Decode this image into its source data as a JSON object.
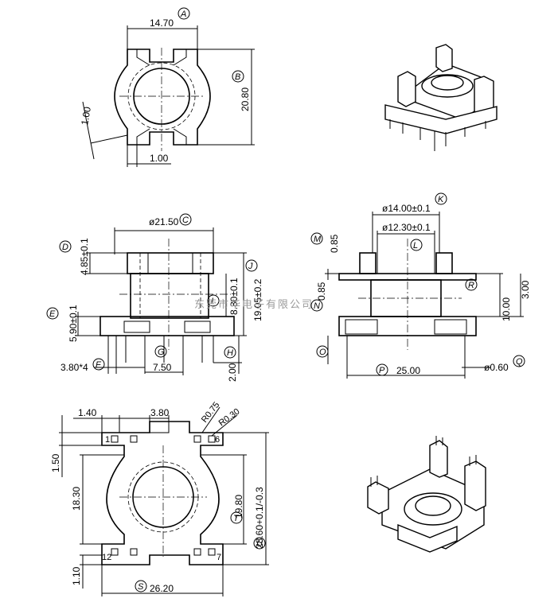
{
  "dims": {
    "a": "14.70",
    "b": "20.80",
    "c": "ø21.50",
    "k": "ø14.00±0.1",
    "l": "ø12.30±0.1",
    "d": "4.85±0.1",
    "e": "5.90±0.1",
    "j": "19.05±0.2",
    "i": "8.80±0.1",
    "m": "0.85",
    "m2": "0.85",
    "r": "10.00",
    "r2": "3.00",
    "f": "3.80*4",
    "g": "7.50",
    "h": "2.00",
    "p": "25.00",
    "q": "ø0.60",
    "top_w": "1.00",
    "top_side": "1.00",
    "b1": "1.40",
    "b2": "3.80",
    "r075": "R0.75",
    "r030": "R0.30",
    "b3": "1.50",
    "b4": "18.30",
    "t": "19.80",
    "u": "28.60+0.1/-0.3",
    "b5": "1.10",
    "s": "26.20"
  },
  "letters": {
    "a": "A",
    "b": "B",
    "c": "C",
    "d": "D",
    "e": "E",
    "f": "F",
    "g": "G",
    "h": "H",
    "i": "I",
    "j": "J",
    "k": "K",
    "l": "L",
    "m": "M",
    "n": "N",
    "o": "O",
    "p": "P",
    "q": "Q",
    "r": "R",
    "s": "S",
    "t": "T",
    "u": "U"
  },
  "pins": {
    "p6": "6",
    "p1": "1",
    "p12": "12",
    "p7": "7"
  },
  "watermark": "东莞市华电子有限公司"
}
